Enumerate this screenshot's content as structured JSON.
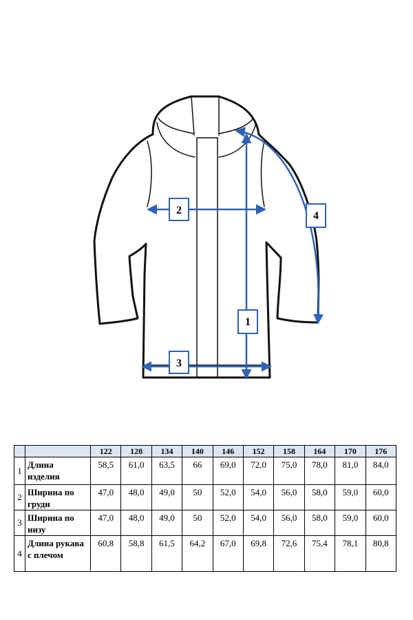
{
  "diagram": {
    "labels": [
      "1",
      "2",
      "3",
      "4"
    ],
    "line_color": "#2f63b5"
  },
  "table": {
    "sizes": [
      "122",
      "128",
      "134",
      "140",
      "146",
      "152",
      "158",
      "164",
      "170",
      "176"
    ],
    "rows": [
      {
        "num": "1",
        "name_lines": [
          "Длина",
          "изделия"
        ],
        "values": [
          "58,5",
          "61,0",
          "63,5",
          "66",
          "69,0",
          "72,0",
          "75,0",
          "78,0",
          "81,0",
          "84,0"
        ]
      },
      {
        "num": "2",
        "name_lines": [
          "Ширина по",
          "груди"
        ],
        "values": [
          "47,0",
          "48,0",
          "49,0",
          "50",
          "52,0",
          "54,0",
          "56,0",
          "58,0",
          "59,0",
          "60,0"
        ]
      },
      {
        "num": "3",
        "name_lines": [
          "Ширина по",
          "низу"
        ],
        "values": [
          "47,0",
          "48,0",
          "49,0",
          "50",
          "52,0",
          "54,0",
          "56,0",
          "58,0",
          "59,0",
          "60,0"
        ]
      },
      {
        "num": "4",
        "name_lines": [
          "Длина рукава",
          "с плечом"
        ],
        "values": [
          "60,8",
          "58,8",
          "61,5",
          "64,2",
          "67,0",
          "69,8",
          "72,6",
          "75,4",
          "78,1",
          "80,8"
        ]
      }
    ],
    "header_color": "#dbe5f4"
  }
}
